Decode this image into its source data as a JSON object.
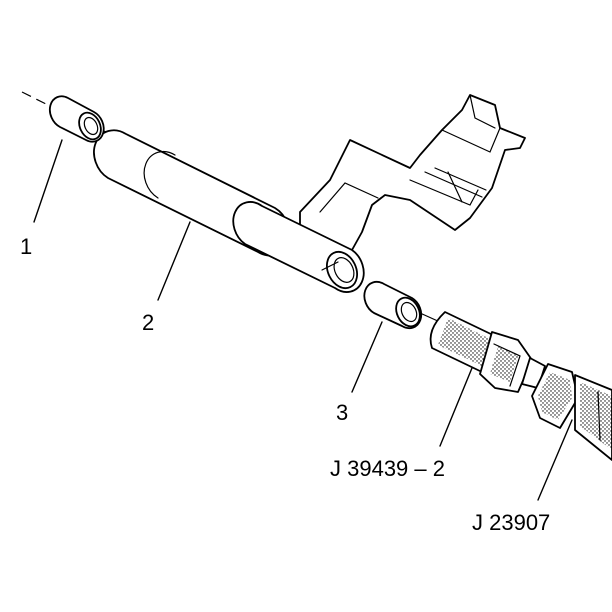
{
  "diagram": {
    "callouts": [
      {
        "id": "bushing-1",
        "text": "1"
      },
      {
        "id": "part-2",
        "text": "2"
      },
      {
        "id": "bushing-3",
        "text": "3"
      },
      {
        "id": "tool-a",
        "text": "J 39439 – 2"
      },
      {
        "id": "tool-b",
        "text": "J 23907"
      }
    ],
    "colors": {
      "line": "#000000",
      "background": "#ffffff"
    }
  }
}
